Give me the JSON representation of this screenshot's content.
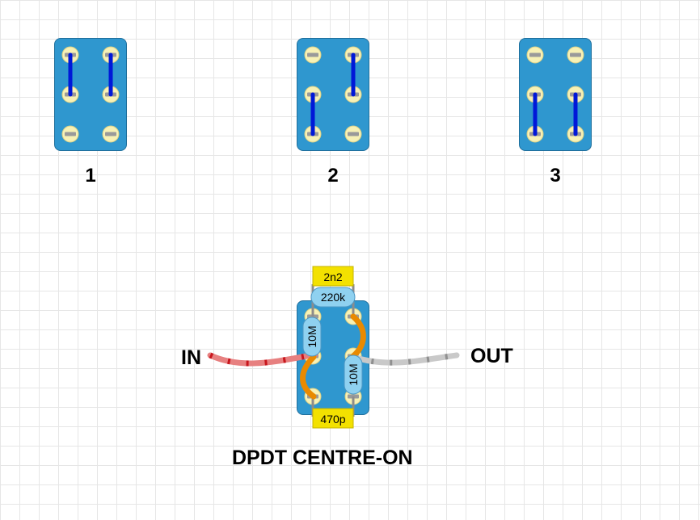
{
  "positions": [
    {
      "label": "1"
    },
    {
      "label": "2"
    },
    {
      "label": "3"
    }
  ],
  "wiring": {
    "input_label": "IN",
    "output_label": "OUT",
    "components": {
      "cap_top": "2n2",
      "res_top": "220k",
      "res_left": "10M",
      "res_right": "10M",
      "cap_bottom": "470p"
    }
  },
  "diagram_title": "DPDT CENTRE-ON",
  "colors": {
    "switch_body": "#2f97cf",
    "lug": "#f7f1b5",
    "link": "#0018d8",
    "capacitor": "#f3e100",
    "resistor": "#8fd1f0",
    "wire_orange": "#f29a00",
    "wire_in": "#e78080",
    "wire_out": "#c9c9c9"
  }
}
